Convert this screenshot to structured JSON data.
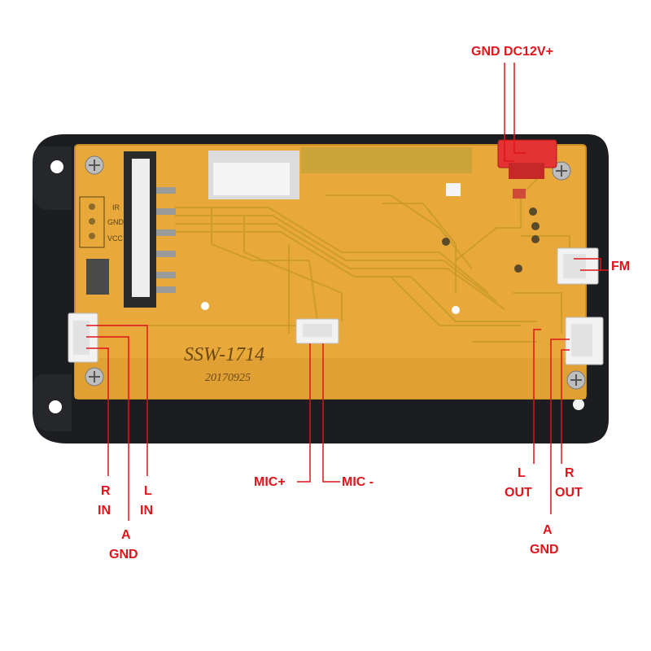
{
  "board": {
    "model": "SSW-1714",
    "date_code": "20170925",
    "header_pins": [
      "IR",
      "GND",
      "VCC"
    ]
  },
  "labels": {
    "power": "GND DC12V+",
    "fm": "FM",
    "r_in": [
      "R",
      "IN"
    ],
    "l_in": [
      "L",
      "IN"
    ],
    "a_gnd_in": [
      "A",
      "GND"
    ],
    "mic_plus": "MIC+",
    "mic_minus": "MIC -",
    "l_out": [
      "L",
      "OUT"
    ],
    "r_out": [
      "R",
      "OUT"
    ],
    "a_gnd_out": [
      "A",
      "GND"
    ]
  },
  "colors": {
    "callout": "#e0141b",
    "pcb": "#e8a83a",
    "bezel": "#1c1d20",
    "power_connector": "#e53232"
  }
}
